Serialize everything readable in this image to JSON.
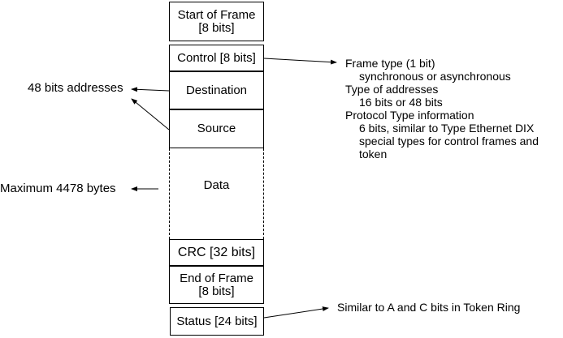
{
  "frame": {
    "start": {
      "line1": "Start of Frame",
      "line2": "[8 bits]"
    },
    "control": "Control [8 bits]",
    "destination": "Destination",
    "source": "Source",
    "data": "Data",
    "crc": "CRC [32 bits]",
    "end": {
      "line1": "End of Frame",
      "line2": "[8 bits]"
    },
    "status": "Status [24 bits]"
  },
  "annotations": {
    "addresses": "48 bits addresses",
    "max_data": "Maximum 4478 bytes",
    "status_note": "Similar to A and C bits in Token Ring"
  },
  "control_info": {
    "l1": "Frame type (1 bit)",
    "l2": "synchronous or asynchronous",
    "l3": "Type of addresses",
    "l4": "16 bits or 48 bits",
    "l5": "Protocol Type information",
    "l6": "6 bits, similar to Type Ethernet DIX",
    "l7": "special types for control frames and",
    "l8": "token"
  }
}
